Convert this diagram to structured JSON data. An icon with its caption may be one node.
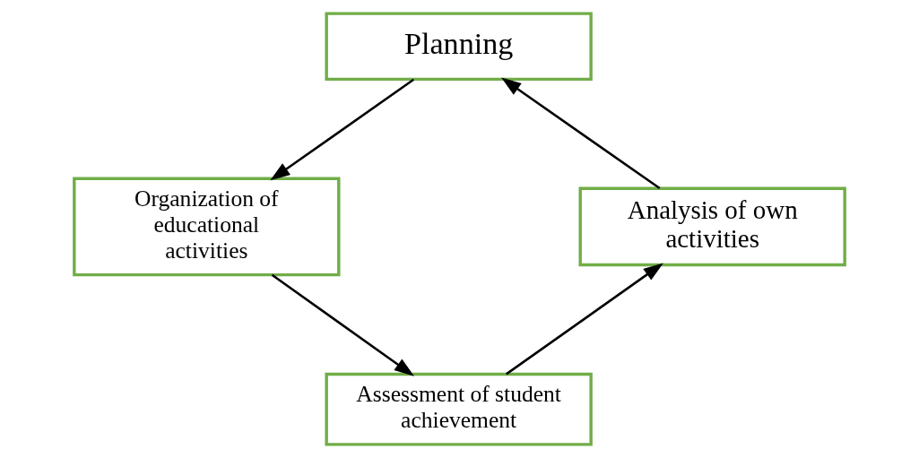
{
  "diagram": {
    "nodes": [
      {
        "text": [
          "Planning"
        ]
      },
      {
        "text": [
          "Organization of educational activities"
        ]
      },
      {
        "text": [
          "Assessment of student achievement"
        ]
      },
      {
        "text": [
          "Analysis of own activities"
        ]
      }
    ],
    "edges": [
      {
        "from": 0,
        "to": 1,
        "arrow": "to"
      },
      {
        "from": 1,
        "to": 2,
        "arrow": "to"
      },
      {
        "from": 2,
        "to": 3,
        "arrow": "to"
      },
      {
        "from": 3,
        "to": 0,
        "arrow": "to"
      }
    ]
  }
}
